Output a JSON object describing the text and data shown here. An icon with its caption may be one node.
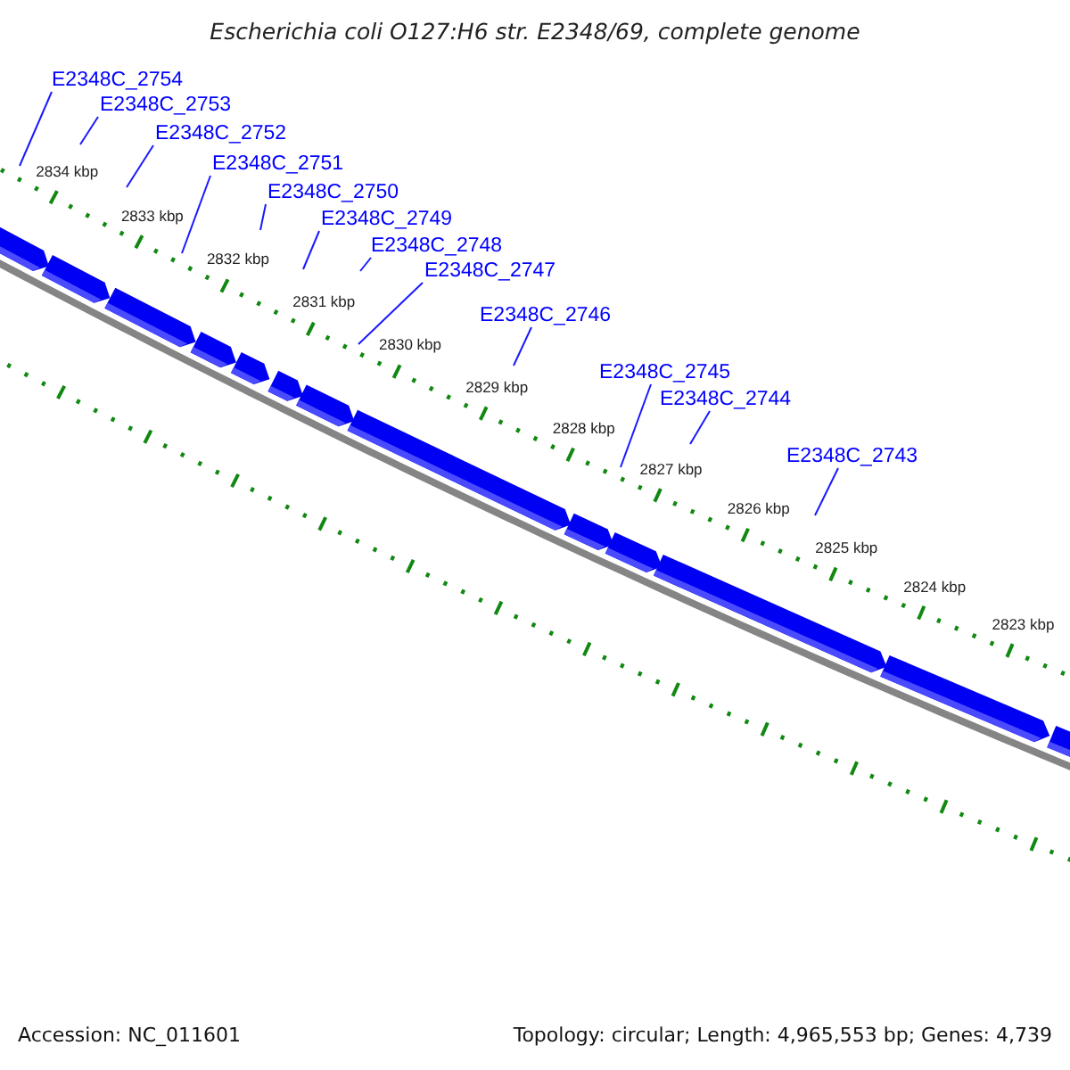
{
  "diagram": {
    "title": "Escherichia coli O127:H6 str. E2348/69, complete genome",
    "nodes": [
      {
        "text": [
          "E2348C_2754"
        ]
      },
      {
        "text": [
          "E2348C_2753"
        ]
      },
      {
        "text": [
          "E2348C_2752"
        ]
      },
      {
        "text": [
          "E2348C_2751"
        ]
      },
      {
        "text": [
          "E2348C_2750"
        ]
      },
      {
        "text": [
          "E2348C_2749"
        ]
      },
      {
        "text": [
          "E2348C_2748"
        ]
      },
      {
        "text": [
          "E2348C_2747"
        ]
      },
      {
        "text": [
          "E2348C_2746"
        ]
      },
      {
        "text": [
          "E2348C_2745"
        ]
      },
      {
        "text": [
          "E2348C_2744"
        ]
      },
      {
        "text": [
          "E2348C_2743"
        ]
      }
    ],
    "edges": [
      {
        "from": 0,
        "to": null,
        "arrow": "none"
      },
      {
        "from": 1,
        "to": null,
        "arrow": "none"
      },
      {
        "from": 2,
        "to": null,
        "arrow": "none"
      },
      {
        "from": 3,
        "to": null,
        "arrow": "none"
      },
      {
        "from": 4,
        "to": null,
        "arrow": "none"
      },
      {
        "from": 5,
        "to": null,
        "arrow": "none"
      },
      {
        "from": 6,
        "to": null,
        "arrow": "none"
      },
      {
        "from": 7,
        "to": null,
        "arrow": "none"
      },
      {
        "from": 8,
        "to": null,
        "arrow": "none"
      },
      {
        "from": 9,
        "to": null,
        "arrow": "none"
      },
      {
        "from": 10,
        "to": null,
        "arrow": "none"
      },
      {
        "from": 11,
        "to": null,
        "arrow": "none"
      }
    ],
    "labels": [
      "2834 kbp",
      "2833 kbp",
      "2832 kbp",
      "2831 kbp",
      "2830 kbp",
      "2829 kbp",
      "2828 kbp",
      "2827 kbp",
      "2826 kbp",
      "2825 kbp",
      "2824 kbp",
      "2823 kbp",
      "Accession: NC_011601",
      "Topology: circular; Length: 4,965,553 bp; Genes: 4,739"
    ]
  }
}
